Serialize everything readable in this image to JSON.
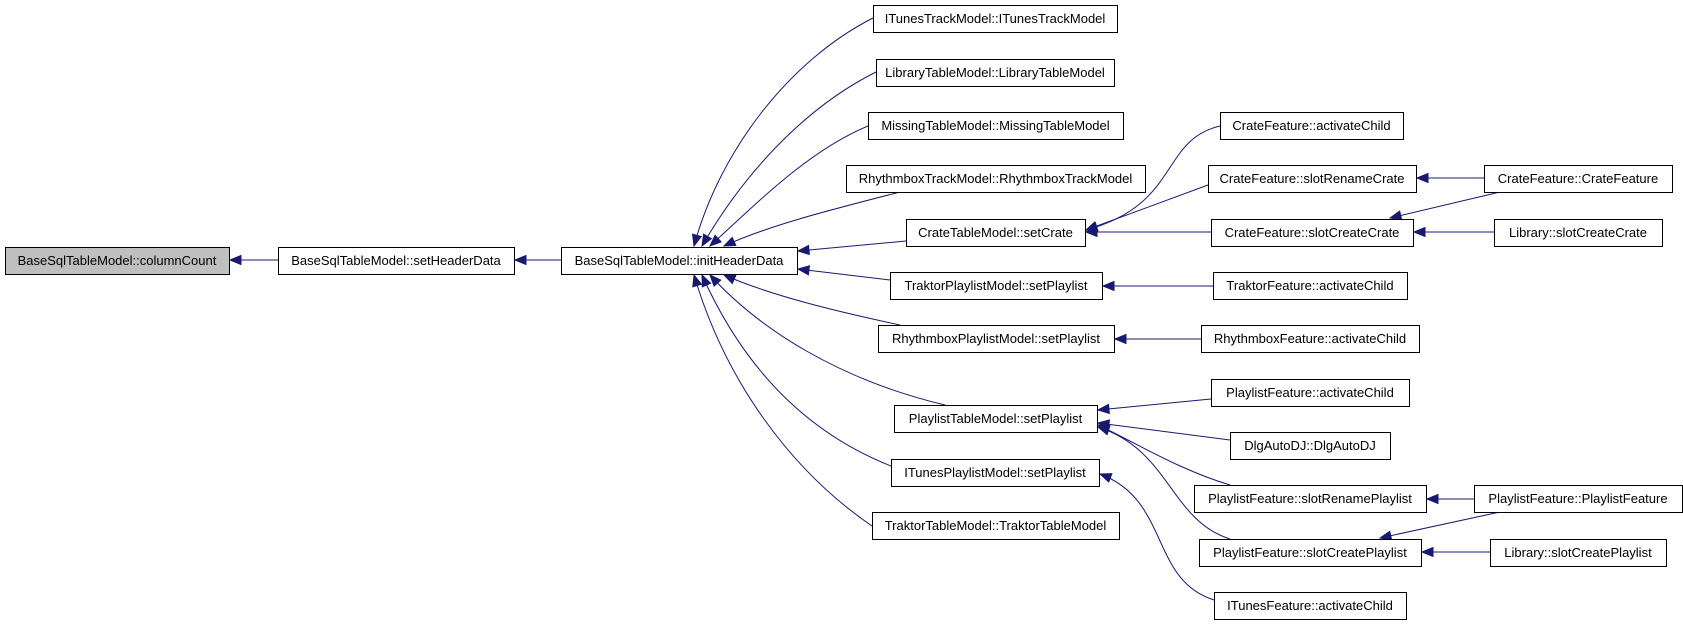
{
  "diagram": {
    "type": "call-graph",
    "colors": {
      "edge": "#191970",
      "root_fill": "#bfbfbf",
      "node_fill": "#ffffff",
      "node_border": "#000000"
    },
    "nodes": [
      {
        "id": "n0",
        "label": "BaseSqlTableModel::columnCount",
        "root": true
      },
      {
        "id": "n1",
        "label": "BaseSqlTableModel::setHeaderData"
      },
      {
        "id": "n2",
        "label": "BaseSqlTableModel::initHeaderData"
      },
      {
        "id": "n3",
        "label": "ITunesTrackModel::ITunesTrackModel"
      },
      {
        "id": "n4",
        "label": "LibraryTableModel::LibraryTableModel"
      },
      {
        "id": "n5",
        "label": "MissingTableModel::MissingTableModel"
      },
      {
        "id": "n6",
        "label": "RhythmboxTrackModel::RhythmboxTrackModel"
      },
      {
        "id": "n7",
        "label": "CrateTableModel::setCrate"
      },
      {
        "id": "n8",
        "label": "TraktorPlaylistModel::setPlaylist"
      },
      {
        "id": "n9",
        "label": "RhythmboxPlaylistModel::setPlaylist"
      },
      {
        "id": "n10",
        "label": "PlaylistTableModel::setPlaylist"
      },
      {
        "id": "n11",
        "label": "ITunesPlaylistModel::setPlaylist"
      },
      {
        "id": "n12",
        "label": "TraktorTableModel::TraktorTableModel"
      },
      {
        "id": "n13",
        "label": "CrateFeature::activateChild"
      },
      {
        "id": "n14",
        "label": "CrateFeature::slotRenameCrate"
      },
      {
        "id": "n15",
        "label": "CrateFeature::slotCreateCrate"
      },
      {
        "id": "n16",
        "label": "CrateFeature::CrateFeature"
      },
      {
        "id": "n17",
        "label": "Library::slotCreateCrate"
      },
      {
        "id": "n18",
        "label": "TraktorFeature::activateChild"
      },
      {
        "id": "n19",
        "label": "RhythmboxFeature::activateChild"
      },
      {
        "id": "n20",
        "label": "PlaylistFeature::activateChild"
      },
      {
        "id": "n21",
        "label": "DlgAutoDJ::DlgAutoDJ"
      },
      {
        "id": "n22",
        "label": "PlaylistFeature::slotRenamePlaylist"
      },
      {
        "id": "n23",
        "label": "PlaylistFeature::slotCreatePlaylist"
      },
      {
        "id": "n24",
        "label": "PlaylistFeature::PlaylistFeature"
      },
      {
        "id": "n25",
        "label": "Library::slotCreatePlaylist"
      },
      {
        "id": "n26",
        "label": "ITunesFeature::activateChild"
      }
    ],
    "edges": [
      {
        "from": "n1",
        "to": "n0"
      },
      {
        "from": "n2",
        "to": "n1"
      },
      {
        "from": "n3",
        "to": "n2"
      },
      {
        "from": "n4",
        "to": "n2"
      },
      {
        "from": "n5",
        "to": "n2"
      },
      {
        "from": "n6",
        "to": "n2"
      },
      {
        "from": "n7",
        "to": "n2"
      },
      {
        "from": "n8",
        "to": "n2"
      },
      {
        "from": "n9",
        "to": "n2"
      },
      {
        "from": "n10",
        "to": "n2"
      },
      {
        "from": "n11",
        "to": "n2"
      },
      {
        "from": "n12",
        "to": "n2"
      },
      {
        "from": "n13",
        "to": "n7"
      },
      {
        "from": "n14",
        "to": "n7"
      },
      {
        "from": "n15",
        "to": "n7"
      },
      {
        "from": "n16",
        "to": "n14"
      },
      {
        "from": "n16",
        "to": "n15"
      },
      {
        "from": "n17",
        "to": "n15"
      },
      {
        "from": "n18",
        "to": "n8"
      },
      {
        "from": "n19",
        "to": "n9"
      },
      {
        "from": "n20",
        "to": "n10"
      },
      {
        "from": "n21",
        "to": "n10"
      },
      {
        "from": "n22",
        "to": "n10"
      },
      {
        "from": "n23",
        "to": "n10"
      },
      {
        "from": "n24",
        "to": "n22"
      },
      {
        "from": "n24",
        "to": "n23"
      },
      {
        "from": "n25",
        "to": "n23"
      },
      {
        "from": "n26",
        "to": "n11"
      }
    ]
  }
}
